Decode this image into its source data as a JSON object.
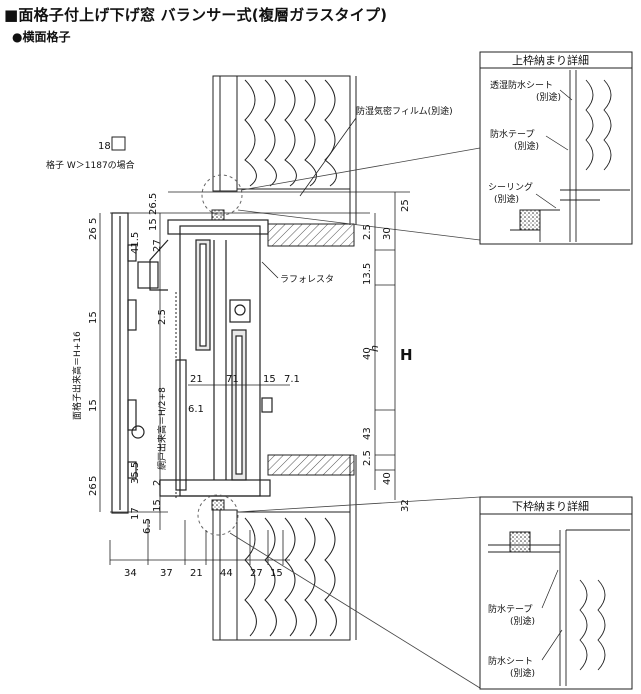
{
  "title": "■面格子付上げ下げ窓 バランサー式(複層ガラスタイプ)",
  "subtitle": "●横面格子",
  "lattice_note": {
    "size": "18",
    "label": "格子 W＞1187の場合"
  },
  "labels": {
    "moisture_film": "防湿気密フィルム(別途)",
    "lath_mortar": "ラフォレスタ",
    "lattice_height": "面格子出来高＝H+16",
    "screen_height": "網戸出来高＝H/2+8",
    "H": "H",
    "h": "h"
  },
  "top_detail": {
    "title": "上枠納まり詳細",
    "breathable_sheet": "透湿防水シート",
    "breathable_sheet_note": "(別途)",
    "waterproof_tape": "防水テープ",
    "waterproof_tape_note": "(別途)",
    "sealing": "シーリング",
    "sealing_note": "(別途)"
  },
  "bottom_detail": {
    "title": "下枠納まり詳細",
    "waterproof_tape": "防水テープ",
    "waterproof_tape_note": "(別途)",
    "waterproof_sheet": "防水シート",
    "waterproof_sheet_note": "(別途)"
  },
  "dims": {
    "top_26_5": "26.5",
    "top_15": "15",
    "right_25": "25",
    "right_30": "30",
    "left_5": "5",
    "left_26": "26",
    "r_2_5a": "2.5",
    "d_41_5": "41.5",
    "d_27": "27",
    "r_13_5": "13.5",
    "left_15a": "15",
    "d_2_5": "2.5",
    "r_40a": "40",
    "d_21": "21",
    "d_71": "71",
    "d_15": "15",
    "d_7_1": "7.1",
    "d_6_1": "6.1",
    "left_15b": "15",
    "r_43": "43",
    "r_2_5b": "2.5",
    "r_40b": "40",
    "d_35_5": "35.5",
    "left_26b": "26",
    "left_5b": "5",
    "d_2": "2",
    "d_15b": "15",
    "d_17": "17",
    "d_6_5": "6.5",
    "r_32": "32",
    "b_34": "34",
    "b_37": "37",
    "b_21": "21",
    "b_44": "44",
    "b_27": "27",
    "b_15": "15"
  }
}
